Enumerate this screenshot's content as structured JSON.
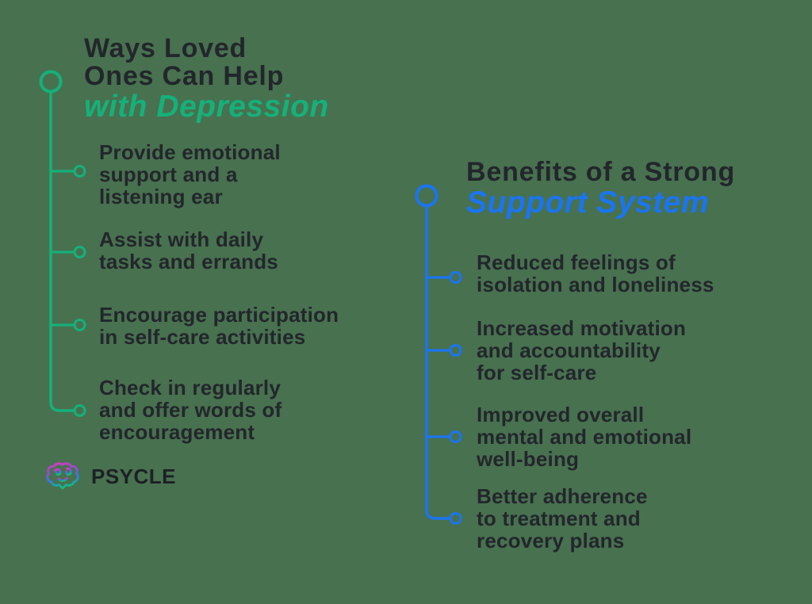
{
  "colors": {
    "background": "#48714f",
    "text_dark": "#23262c",
    "accent_green": "#15b17a",
    "accent_blue": "#1a75f2",
    "logo_gradient": [
      "#d23bc0",
      "#8e4ed2",
      "#2f7ee6",
      "#14b97c"
    ]
  },
  "left": {
    "title_line1": "Ways Loved",
    "title_line2": "Ones Can Help",
    "title_accent": "with Depression",
    "items": [
      {
        "lines": [
          "Provide emotional",
          "support and a",
          "listening ear"
        ]
      },
      {
        "lines": [
          "Assist with daily",
          "tasks and errands"
        ]
      },
      {
        "lines": [
          "Encourage participation",
          "in self-care activities"
        ]
      },
      {
        "lines": [
          "Check in regularly",
          "and offer words of",
          "encouragement"
        ]
      }
    ]
  },
  "right": {
    "title_line1": "Benefits of a Strong",
    "title_accent": "Support System",
    "items": [
      {
        "lines": [
          "Reduced feelings of",
          "isolation and loneliness"
        ]
      },
      {
        "lines": [
          "Increased motivation",
          "and accountability",
          "for self-care"
        ]
      },
      {
        "lines": [
          "Improved overall",
          "mental and emotional",
          "well-being"
        ]
      },
      {
        "lines": [
          "Better adherence",
          "to treatment and",
          "recovery plans"
        ]
      }
    ]
  },
  "logo": {
    "text": "PSYCLE",
    "icon": "brain-icon"
  }
}
